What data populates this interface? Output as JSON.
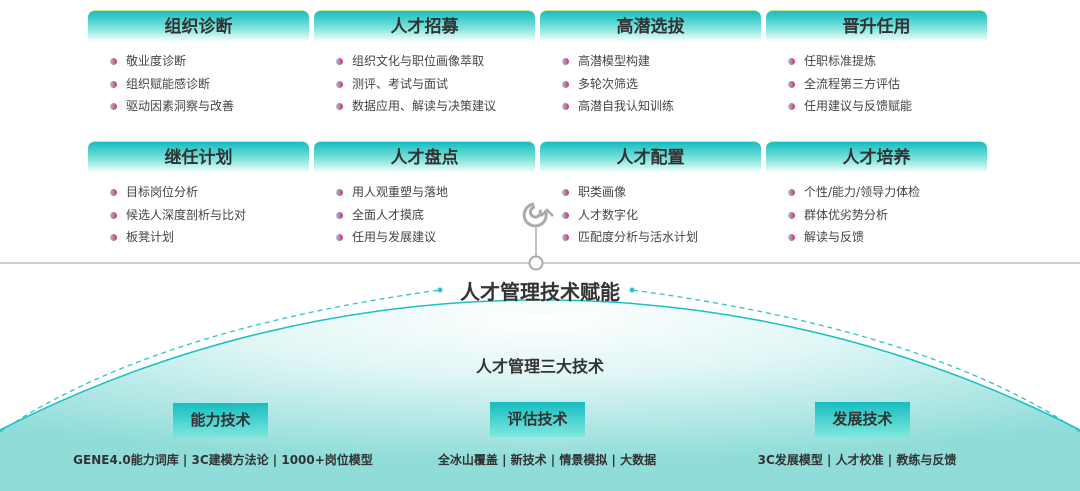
{
  "cards": [
    {
      "title": "组织诊断",
      "items": [
        "敬业度诊断",
        "组织赋能感诊断",
        "驱动因素洞察与改善"
      ]
    },
    {
      "title": "人才招募",
      "items": [
        "组织文化与职位画像萃取",
        "测评、考试与面试",
        "数据应用、解读与决策建议"
      ]
    },
    {
      "title": "高潜选拔",
      "items": [
        "高潜模型构建",
        "多轮次筛选",
        "高潜自我认知训练"
      ]
    },
    {
      "title": "晋升任用",
      "items": [
        "任职标准提炼",
        "全流程第三方评估",
        "任用建议与反馈赋能"
      ]
    },
    {
      "title": "继任计划",
      "items": [
        "目标岗位分析",
        "候选人深度剖析与比对",
        "板凳计划"
      ]
    },
    {
      "title": "人才盘点",
      "items": [
        "用人观重塑与落地",
        "全面人才摸底",
        "任用与发展建议"
      ]
    },
    {
      "title": "人才配置",
      "items": [
        "职类画像",
        "人才数字化",
        "匹配度分析与活水计划"
      ]
    },
    {
      "title": "人才培养",
      "items": [
        "个性/能力/领导力体检",
        "群体优劣势分析",
        "解读与反馈"
      ]
    }
  ],
  "main_title": "人才管理技术赋能",
  "sub_title": "人才管理三大技术",
  "techs": [
    {
      "label": "能力技术",
      "desc": "GENE4.0能力词库 | 3C建模方法论 | 1000+岗位模型"
    },
    {
      "label": "评估技术",
      "desc": "全冰山覆盖 | 新技术  | 情景模拟 | 大数据"
    },
    {
      "label": "发展技术",
      "desc": "3C发展模型 | 人才校准  | 教练与反馈"
    }
  ],
  "colors": {
    "teal": "#17bcc0",
    "dash": "#2cc3cc"
  }
}
